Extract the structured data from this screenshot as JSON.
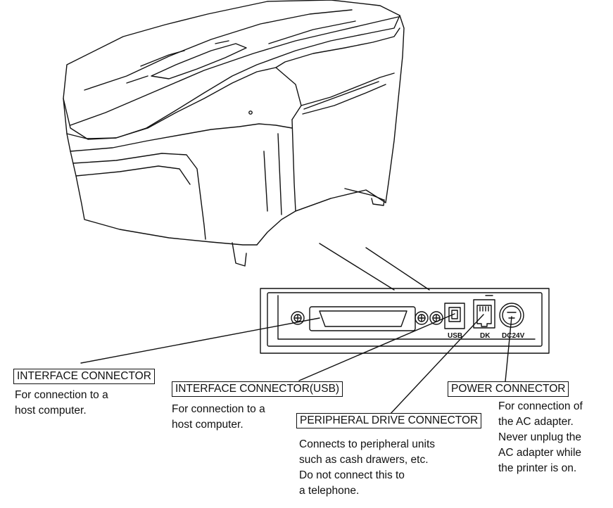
{
  "ports": {
    "usb": "USB",
    "dk": "DK",
    "dc": "DC24V"
  },
  "callouts": [
    {
      "title": "INTERFACE CONNECTOR",
      "lines": [
        "For connection to a",
        "host computer."
      ]
    },
    {
      "title": "INTERFACE CONNECTOR(USB)",
      "lines": [
        "For connection to a",
        "host computer."
      ]
    },
    {
      "title": "PERIPHERAL DRIVE CONNECTOR",
      "lines": [
        "Connects to peripheral units",
        "such as cash drawers, etc.",
        "Do not connect this to",
        "a telephone."
      ]
    },
    {
      "title": "POWER CONNECTOR",
      "lines": [
        "For connection of",
        "the AC adapter.",
        "Never unplug the",
        "AC adapter while",
        "the printer is on."
      ]
    }
  ]
}
